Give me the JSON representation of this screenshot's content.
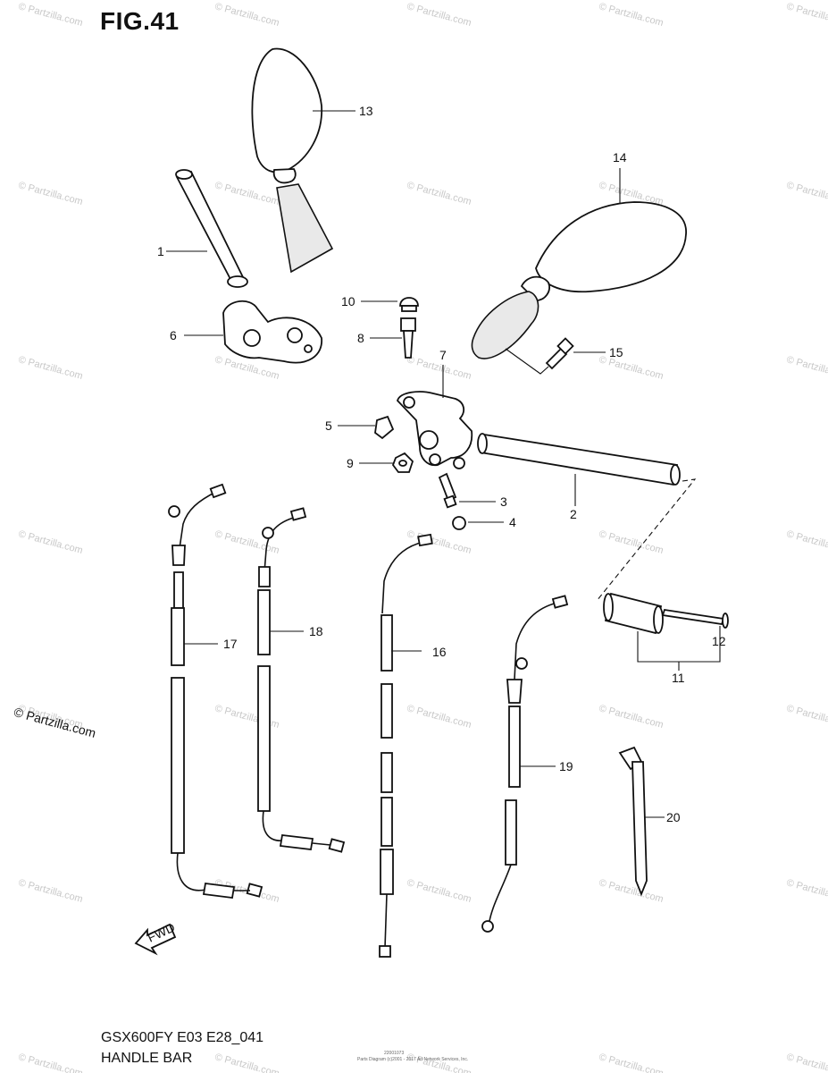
{
  "figure": {
    "title": "FIG.41",
    "model_code": "GSX600FY E03 E28_041",
    "section_name": "HANDLE BAR",
    "copyright": "© Partzilla.com",
    "watermark": "© Partzilla.com",
    "fine_print_code": "22001073",
    "fine_print_credit": "Parts Diagram (c)2001 - 2017 Ari Network Services, Inc.",
    "fwd_label": "FWD"
  },
  "callouts": {
    "c1": "1",
    "c2": "2",
    "c3": "3",
    "c4": "4",
    "c5": "5",
    "c6": "6",
    "c7": "7",
    "c8": "8",
    "c9": "9",
    "c10": "10",
    "c11": "11",
    "c12": "12",
    "c13": "13",
    "c14": "14",
    "c15": "15",
    "c16": "16",
    "c17": "17",
    "c18": "18",
    "c19": "19",
    "c20": "20"
  }
}
